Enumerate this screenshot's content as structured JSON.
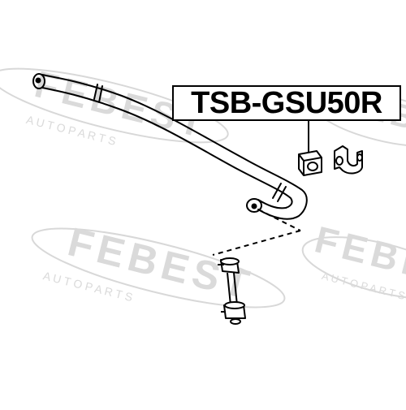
{
  "part_number": "TSB-GSU50R",
  "watermark": {
    "brand": "FEBEST",
    "tagline": "A U T O   P A R T S"
  },
  "colors": {
    "line": "#000000",
    "watermark": "#d6d6d6",
    "background": "#ffffff"
  },
  "icons": {
    "stabilizer_bar": "stabilizer-bar-icon",
    "bushing": "bushing-icon",
    "bracket": "bracket-icon",
    "link": "stabilizer-link-icon"
  }
}
